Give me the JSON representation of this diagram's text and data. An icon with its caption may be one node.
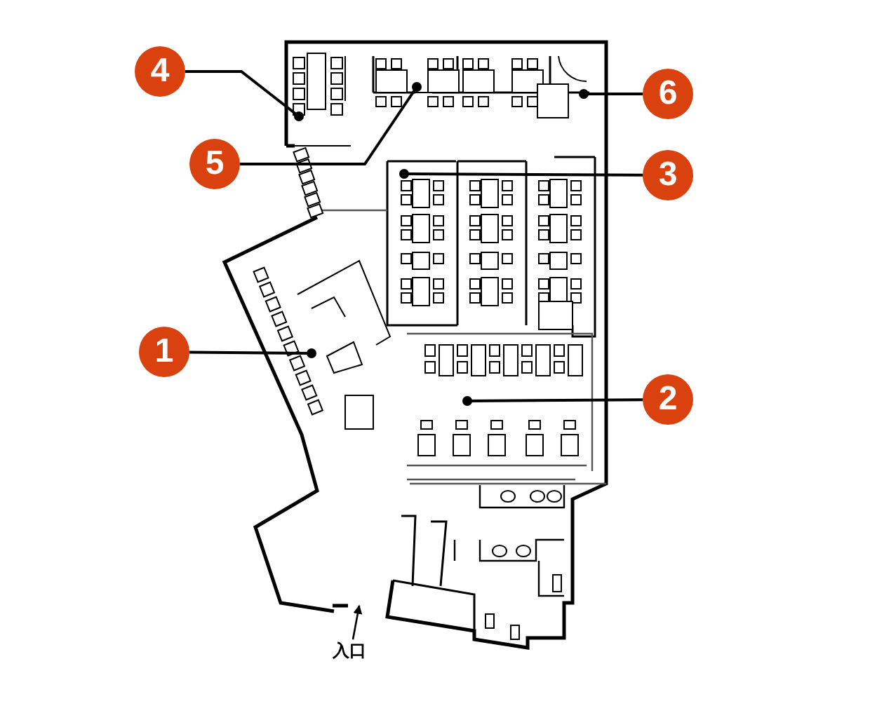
{
  "diagram": {
    "nodes": [
      {
        "text": [
          "4"
        ]
      },
      {
        "text": [
          "6"
        ]
      },
      {
        "text": [
          "5"
        ]
      },
      {
        "text": [
          "3"
        ]
      },
      {
        "text": [
          "1"
        ]
      },
      {
        "text": [
          "2"
        ]
      },
      {
        "text": [
          "入口"
        ]
      }
    ],
    "edges": [
      {
        "from": 0,
        "to": null,
        "arrow": "other"
      },
      {
        "from": 1,
        "to": null,
        "arrow": "other"
      },
      {
        "from": 2,
        "to": null,
        "arrow": "other"
      },
      {
        "from": 3,
        "to": null,
        "arrow": "other"
      },
      {
        "from": 4,
        "to": null,
        "arrow": "other"
      },
      {
        "from": 5,
        "to": null,
        "arrow": "other"
      },
      {
        "from": 6,
        "to": null,
        "arrow": "to"
      }
    ]
  }
}
